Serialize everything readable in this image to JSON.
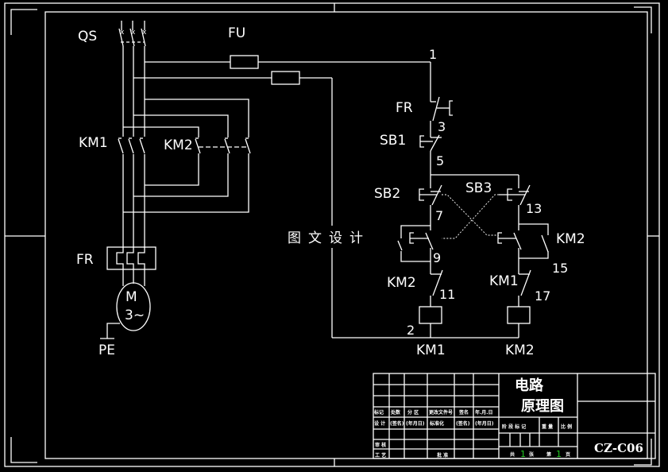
{
  "drawing": {
    "watermark": "图文设计",
    "power_circuit": {
      "main_switch": "QS",
      "fuse": "FU",
      "contactor_forward": "KM1",
      "contactor_reverse": "KM2",
      "thermal_relay": "FR",
      "motor": {
        "line1": "M",
        "line2": "3~"
      },
      "ground": "PE"
    },
    "control_circuit": {
      "nodes": [
        "1",
        "3",
        "5",
        "7",
        "9",
        "11",
        "13",
        "15",
        "17",
        "2"
      ],
      "thermal_contact": "FR",
      "stop_button": "SB1",
      "forward_button": "SB2",
      "reverse_button": "SB3",
      "interlock_km2": "KM2",
      "interlock_km1": "KM1",
      "holding_km2": "KM2",
      "coil_km1": "KM1",
      "coil_km2": "KM2"
    }
  },
  "title_block": {
    "title_line1": "电路",
    "title_line2": "原理图",
    "drawing_number": "CZ-C06",
    "row_headers": [
      "标记",
      "处数",
      "分 区",
      "更改文件号",
      "签名",
      "年.月.日"
    ],
    "design_row": [
      "设 计",
      "(签名)",
      "(年月日)",
      "标准化",
      "(签名)",
      "(年月日)"
    ],
    "review_label": "审 核",
    "process_label": "工 艺",
    "approve_label": "批 准",
    "stage_headers": [
      "阶 段 标 记",
      "重 量",
      "比 例"
    ],
    "sheet_total_prefix": "共",
    "sheet_total": "1",
    "sheet_total_suffix": "张",
    "sheet_index_prefix": "第",
    "sheet_index": "1",
    "sheet_index_suffix": "页"
  }
}
